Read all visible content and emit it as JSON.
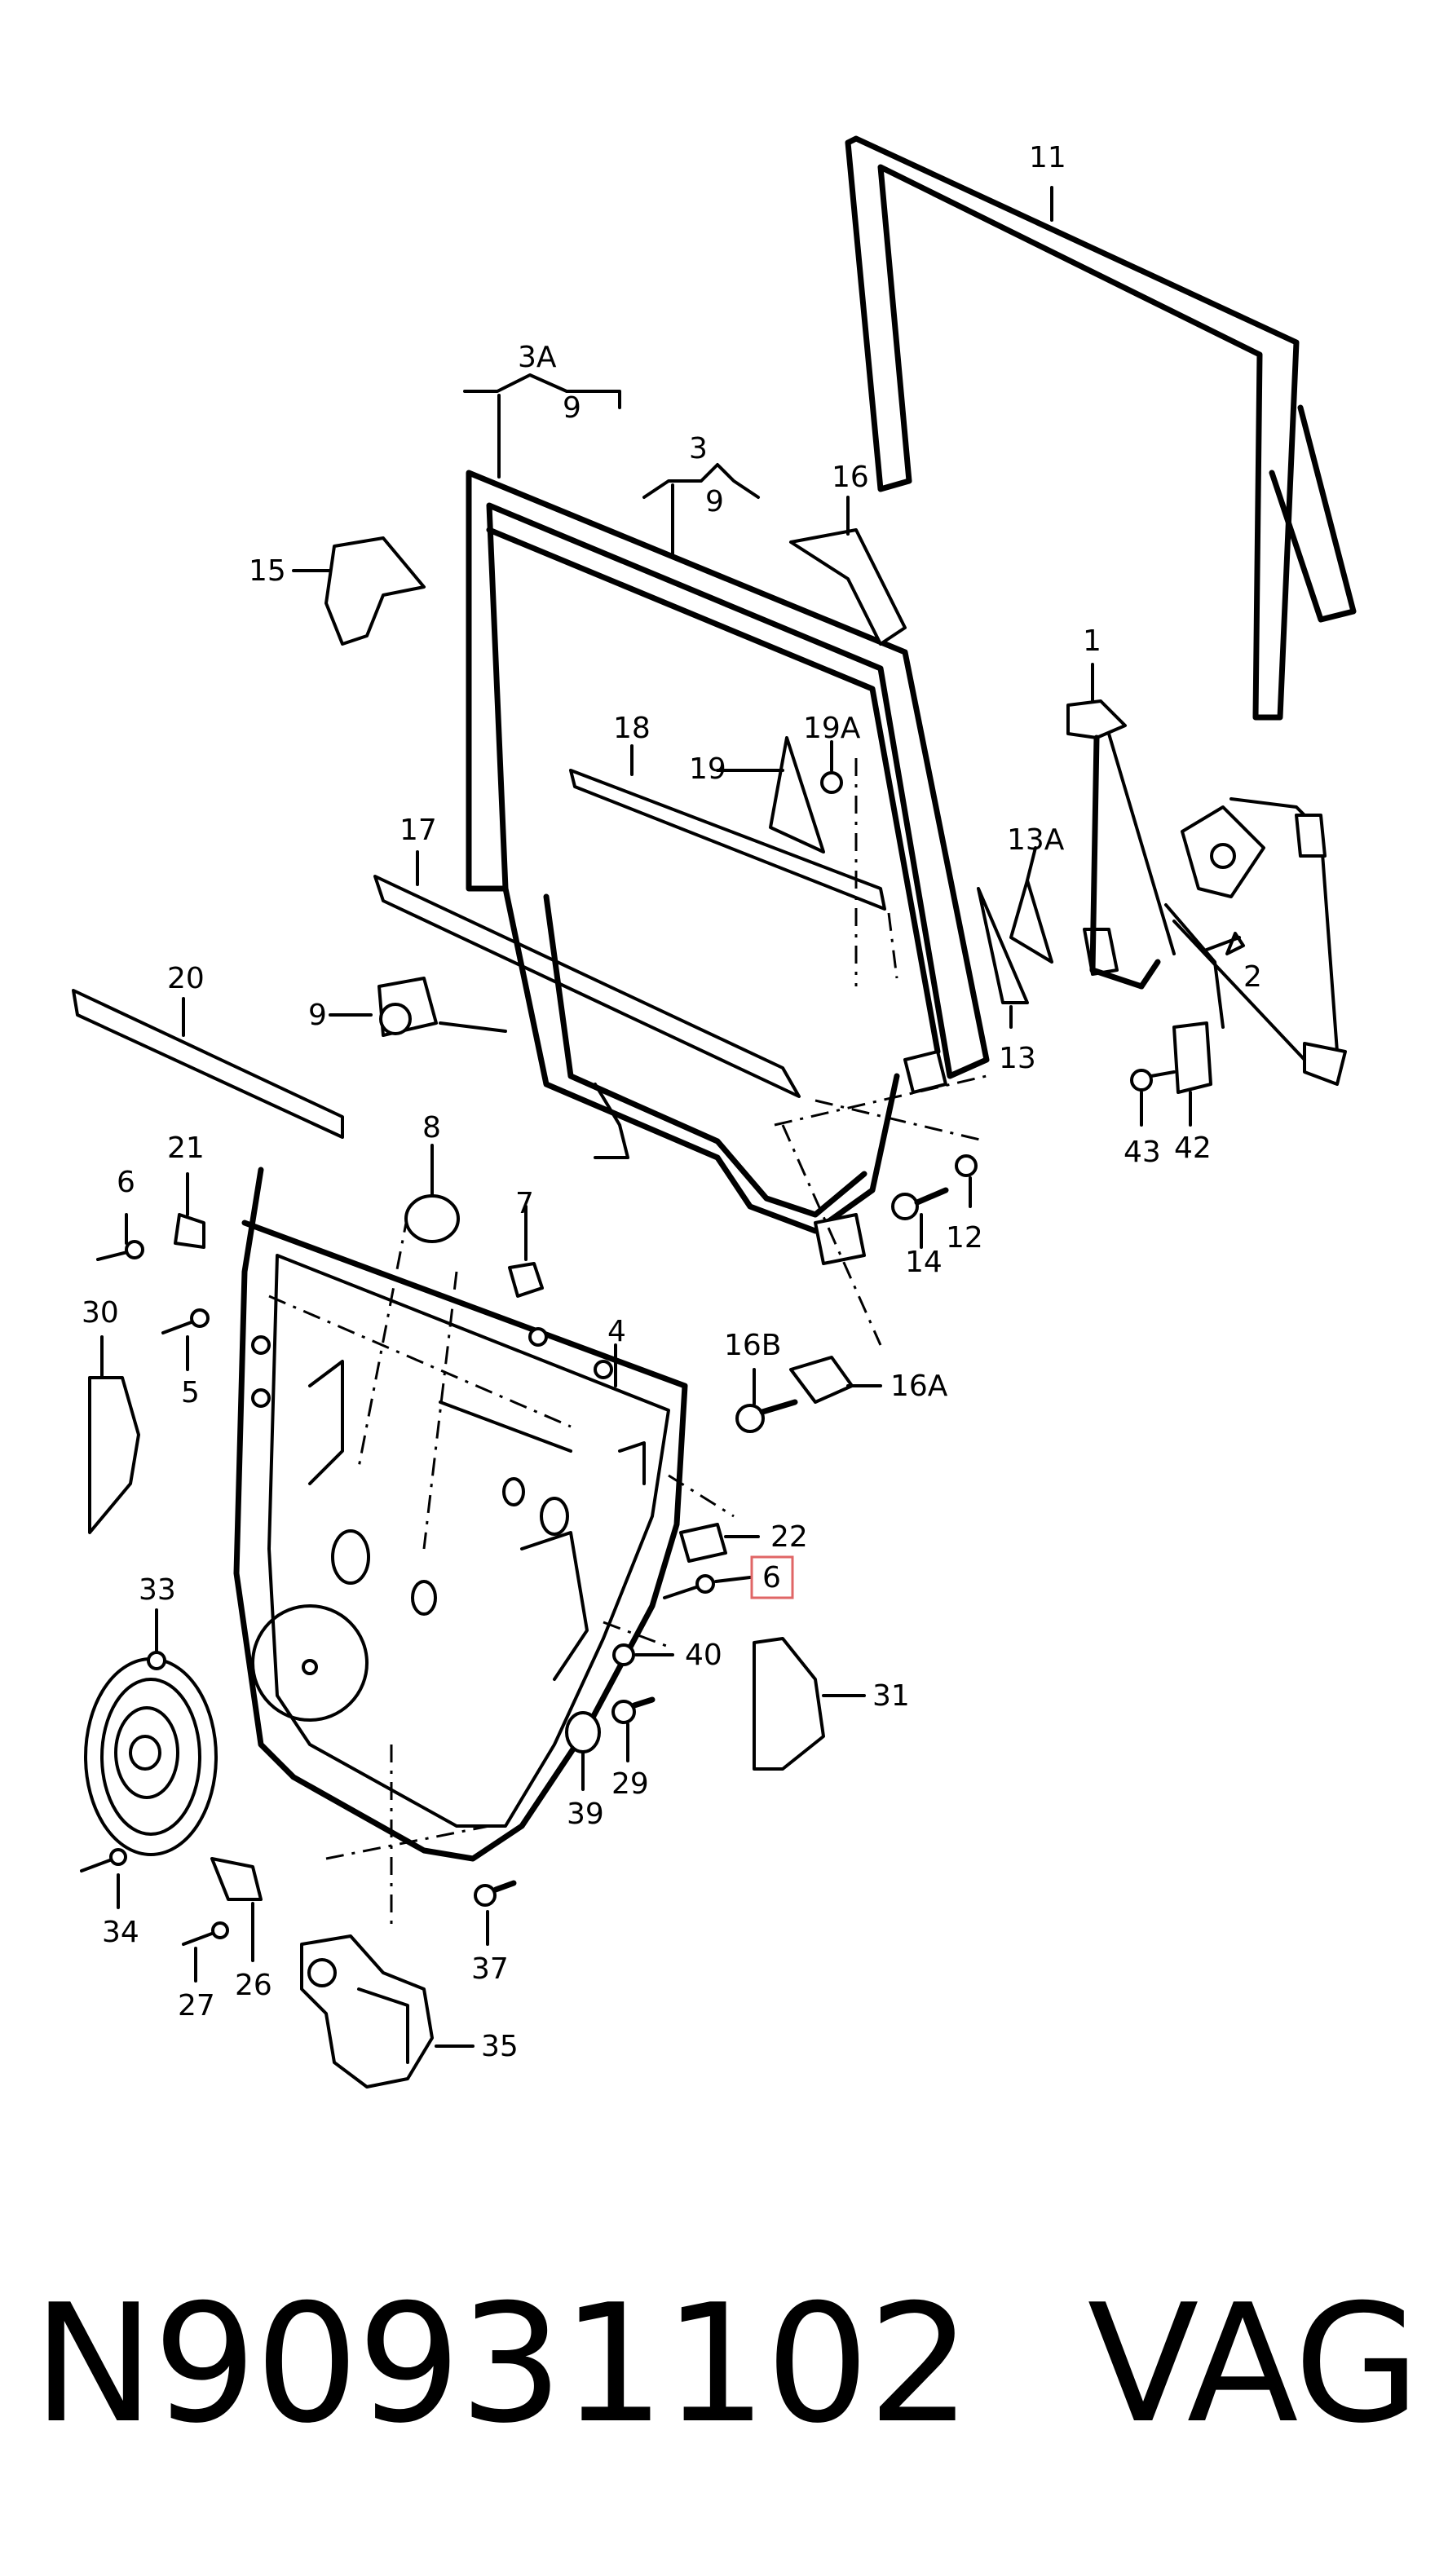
{
  "labels": {
    "l11": "11",
    "l3a": "3A",
    "l9a": "9",
    "l3": "3",
    "l9b": "9",
    "l16": "16",
    "l15": "15",
    "l1": "1",
    "l18": "18",
    "l19a": "19A",
    "l19": "19",
    "l13a": "13A",
    "l17": "17",
    "l2": "2",
    "l20": "20",
    "l9c": "9",
    "l13": "13",
    "l42": "42",
    "l43": "43",
    "l8": "8",
    "l21": "21",
    "l6a": "6",
    "l7": "7",
    "l14": "14",
    "l12": "12",
    "l30": "30",
    "l5": "5",
    "l4": "4",
    "l16b": "16B",
    "l16a": "16A",
    "l22": "22",
    "l6b": "6",
    "l33": "33",
    "l40": "40",
    "l31": "31",
    "l29": "29",
    "l39": "39",
    "l34": "34",
    "l37": "37",
    "l27": "27",
    "l26": "26",
    "l35": "35"
  },
  "highlight": {
    "label": "6",
    "color": "#e06666"
  },
  "footer": {
    "part_number": "N90931102",
    "brand": "VAG"
  }
}
